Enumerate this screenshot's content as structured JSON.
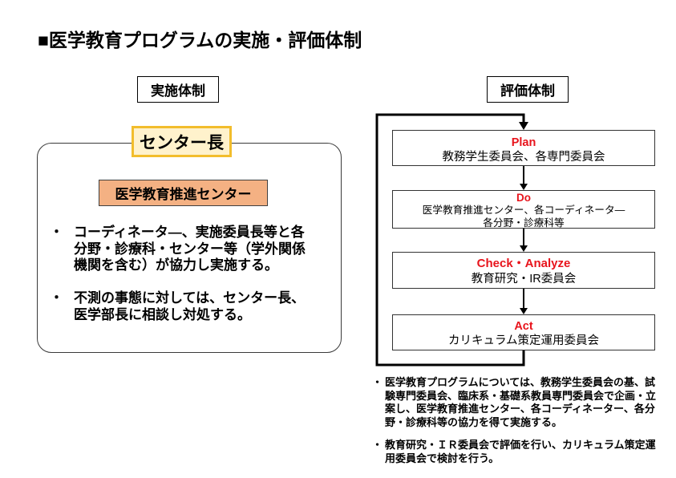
{
  "title": "■医学教育プログラムの実施・評価体制",
  "bullet_marker": "・",
  "colors": {
    "label_red": "#e8141c",
    "center_box_fill": "#f4b183",
    "leader_tag_fill": "#fff2cc",
    "leader_tag_border": "#f2bd2c"
  },
  "implementation": {
    "heading": "実施体制",
    "leader": "センター長",
    "center": "医学教育推進センター",
    "bullets": [
      {
        "lines": [
          "コーディネータ―、実施委員長等と各",
          "分野・診療科・センター等（学外関係",
          "機関を含む）が協力し実施する。"
        ]
      },
      {
        "lines": [
          "不測の事態に対しては、センター長、",
          "医学部長に相談し対処する。"
        ]
      }
    ]
  },
  "evaluation": {
    "heading": "評価体制",
    "cycle": [
      {
        "label": "Plan",
        "lines": [
          "教務学生委員会、各専門委員会"
        ]
      },
      {
        "label": "Do",
        "lines": [
          "医学教育推進センター、各コーディネータ―",
          "各分野・診療科等"
        ]
      },
      {
        "label": "Check・Analyze",
        "lines": [
          "教育研究・IR委員会"
        ]
      },
      {
        "label": "Act",
        "lines": [
          "カリキュラム策定運用委員会"
        ]
      }
    ],
    "notes": [
      {
        "lines": [
          "医学教育プログラムについては、教務学生委員会の基、試",
          "験専門委員会、臨床系・基礎系教員専門委員会で企画・立",
          "案し、医学教育推進センター、各コーディネーター、各分",
          "野・診療科等の協力を得て実施する。"
        ]
      },
      {
        "lines": [
          "教育研究・ＩＲ委員会で評価を行い、カリキュラム策定運",
          "用委員会で検討を行う。"
        ]
      }
    ]
  }
}
